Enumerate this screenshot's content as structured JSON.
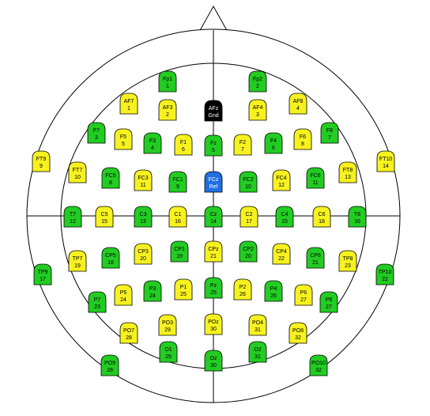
{
  "colors": {
    "green": "#22cc22",
    "yellow": "#f7f21f",
    "black": "#000000",
    "blue": "#1f6fe0",
    "outline": "#000000",
    "lines": "#000000"
  },
  "icons": {
    "head": "head-outline-icon",
    "nose": "nose-triangle-icon",
    "electrode": "electrode-cap-icon"
  },
  "electrodes": [
    {
      "name": "Fp1",
      "num": "1",
      "color": "green"
    },
    {
      "name": "Fp2",
      "num": "2",
      "color": "green"
    },
    {
      "name": "AF7",
      "num": "1",
      "color": "yellow"
    },
    {
      "name": "AF3",
      "num": "2",
      "color": "yellow"
    },
    {
      "name": "AFz",
      "num": "Gnd",
      "color": "black"
    },
    {
      "name": "AF4",
      "num": "3",
      "color": "yellow"
    },
    {
      "name": "AF8",
      "num": "4",
      "color": "yellow"
    },
    {
      "name": "F7",
      "num": "3",
      "color": "green"
    },
    {
      "name": "F5",
      "num": "5",
      "color": "yellow"
    },
    {
      "name": "F3",
      "num": "4",
      "color": "green"
    },
    {
      "name": "F1",
      "num": "6",
      "color": "yellow"
    },
    {
      "name": "Fz",
      "num": "5",
      "color": "green"
    },
    {
      "name": "F2",
      "num": "7",
      "color": "yellow"
    },
    {
      "name": "F4",
      "num": "6",
      "color": "green"
    },
    {
      "name": "F6",
      "num": "8",
      "color": "yellow"
    },
    {
      "name": "F8",
      "num": "7",
      "color": "green"
    },
    {
      "name": "FT9",
      "num": "9",
      "color": "yellow"
    },
    {
      "name": "FT7",
      "num": "10",
      "color": "yellow"
    },
    {
      "name": "FC5",
      "num": "8",
      "color": "green"
    },
    {
      "name": "FC3",
      "num": "11",
      "color": "yellow"
    },
    {
      "name": "FC1",
      "num": "9",
      "color": "green"
    },
    {
      "name": "FCz",
      "num": "Ref",
      "color": "blue"
    },
    {
      "name": "FC2",
      "num": "10",
      "color": "green"
    },
    {
      "name": "FC4",
      "num": "12",
      "color": "yellow"
    },
    {
      "name": "FC6",
      "num": "11",
      "color": "green"
    },
    {
      "name": "FT8",
      "num": "13",
      "color": "yellow"
    },
    {
      "name": "FT10",
      "num": "14",
      "color": "yellow"
    },
    {
      "name": "T7",
      "num": "12",
      "color": "green"
    },
    {
      "name": "C5",
      "num": "15",
      "color": "yellow"
    },
    {
      "name": "C3",
      "num": "13",
      "color": "green"
    },
    {
      "name": "C1",
      "num": "16",
      "color": "yellow"
    },
    {
      "name": "Cz",
      "num": "14",
      "color": "green"
    },
    {
      "name": "C2",
      "num": "17",
      "color": "yellow"
    },
    {
      "name": "C4",
      "num": "15",
      "color": "green"
    },
    {
      "name": "C6",
      "num": "18",
      "color": "yellow"
    },
    {
      "name": "T8",
      "num": "16",
      "color": "green"
    },
    {
      "name": "TP9",
      "num": "17",
      "color": "green"
    },
    {
      "name": "TP7",
      "num": "19",
      "color": "yellow"
    },
    {
      "name": "CP5",
      "num": "18",
      "color": "green"
    },
    {
      "name": "CP3",
      "num": "20",
      "color": "yellow"
    },
    {
      "name": "CP1",
      "num": "19",
      "color": "green"
    },
    {
      "name": "CPz",
      "num": "21",
      "color": "yellow"
    },
    {
      "name": "CP2",
      "num": "20",
      "color": "green"
    },
    {
      "name": "CP4",
      "num": "22",
      "color": "yellow"
    },
    {
      "name": "CP6",
      "num": "21",
      "color": "green"
    },
    {
      "name": "TP8",
      "num": "23",
      "color": "yellow"
    },
    {
      "name": "TP10",
      "num": "22",
      "color": "green"
    },
    {
      "name": "P7",
      "num": "23",
      "color": "green"
    },
    {
      "name": "P5",
      "num": "24",
      "color": "yellow"
    },
    {
      "name": "P3",
      "num": "24",
      "color": "green"
    },
    {
      "name": "P1",
      "num": "25",
      "color": "yellow"
    },
    {
      "name": "Pz",
      "num": "25",
      "color": "green"
    },
    {
      "name": "P2",
      "num": "26",
      "color": "yellow"
    },
    {
      "name": "P4",
      "num": "26",
      "color": "green"
    },
    {
      "name": "P6",
      "num": "27",
      "color": "yellow"
    },
    {
      "name": "P8",
      "num": "27",
      "color": "green"
    },
    {
      "name": "PO7",
      "num": "28",
      "color": "yellow"
    },
    {
      "name": "PO3",
      "num": "29",
      "color": "yellow"
    },
    {
      "name": "POz",
      "num": "30",
      "color": "yellow"
    },
    {
      "name": "PO4",
      "num": "31",
      "color": "yellow"
    },
    {
      "name": "PO8",
      "num": "32",
      "color": "yellow"
    },
    {
      "name": "PO9",
      "num": "28",
      "color": "green"
    },
    {
      "name": "O1",
      "num": "29",
      "color": "green"
    },
    {
      "name": "Oz",
      "num": "30",
      "color": "green"
    },
    {
      "name": "O2",
      "num": "31",
      "color": "green"
    },
    {
      "name": "PO10",
      "num": "32",
      "color": "green"
    }
  ]
}
